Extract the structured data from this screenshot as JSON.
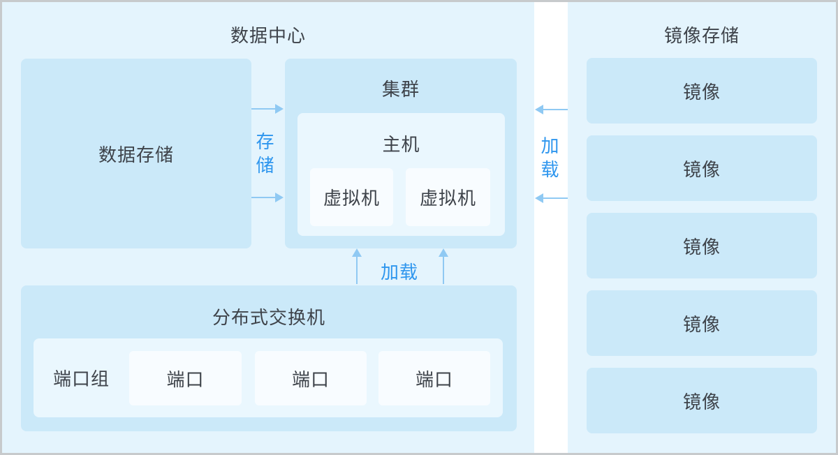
{
  "datacenter": {
    "title": "数据中心",
    "data_storage_label": "数据存储",
    "cluster": {
      "title": "集群",
      "host": {
        "title": "主机",
        "vms": [
          "虚拟机",
          "虚拟机"
        ]
      }
    },
    "switch": {
      "title": "分布式交换机",
      "port_group_label": "端口组",
      "ports": [
        "端口",
        "端口",
        "端口"
      ]
    },
    "storage_flow_label": "存储",
    "load_flow_label": "加载"
  },
  "image_storage": {
    "title": "镜像存储",
    "images": [
      "镜像",
      "镜像",
      "镜像",
      "镜像",
      "镜像"
    ],
    "load_flow_label": "加载"
  },
  "colors": {
    "frame_border": "#c7cacc",
    "panel_bg": "#e4f4fd",
    "node_bg": "#cbe9f9",
    "inner_node_bg": "#eaf7fe",
    "leaf_node_bg": "#f8fcff",
    "arrow": "#8fc9f3",
    "flow_text": "#2e96ee",
    "text": "#3e434a"
  }
}
